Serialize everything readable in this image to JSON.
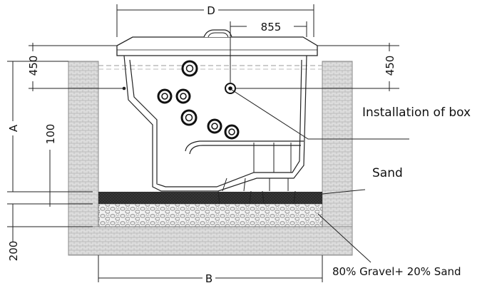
{
  "dimensions": {
    "d": "D",
    "d_855": "855",
    "top_left_450": "450",
    "top_right_450": "450",
    "a": "A",
    "h100": "100",
    "h200": "200",
    "b": "B"
  },
  "labels": {
    "installation": "Installation of box",
    "sand": "Sand",
    "gravel": "80% Gravel+ 20% Sand"
  },
  "colors": {
    "line": "#222222",
    "sand_layer": "#2b2b2b",
    "wall_fill": "#d9d9d9"
  }
}
